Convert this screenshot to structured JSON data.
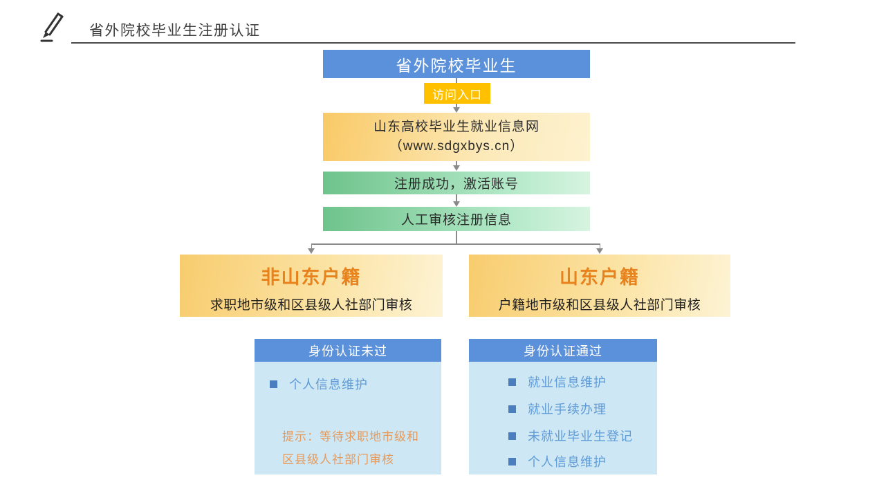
{
  "header": {
    "title": "省外院校毕业生注册认证"
  },
  "flow": {
    "start": "省外院校毕业生",
    "entry": "访问入口",
    "website": {
      "line1": "山东高校毕业生就业信息网",
      "line2": "（www.sdgxbys.cn）"
    },
    "register": "注册成功，激活账号",
    "review": "人工审核注册信息"
  },
  "branches": {
    "left": {
      "title": "非山东户籍",
      "subtitle": "求职地市级和区县级人社部门审核"
    },
    "right": {
      "title": "山东户籍",
      "subtitle": "户籍地市级和区县级人社部门审核"
    }
  },
  "panels": {
    "left": {
      "header": "身份认证未过",
      "items": [
        "个人信息维护"
      ],
      "hint_lines": [
        "提示：等待求职地市级和",
        "区县级人社部门审核"
      ]
    },
    "right": {
      "header": "身份认证通过",
      "items": [
        "就业信息维护",
        "就业手续办理",
        "未就业毕业生登记",
        "个人信息维护"
      ]
    }
  },
  "colors": {
    "accent_blue": "#5B90DA",
    "accent_gold": "#FFC000",
    "yellow_gradient_start": "#F9C966",
    "yellow_gradient_end": "#FDF2CF",
    "green_gradient_start": "#6EC38B",
    "green_gradient_end": "#D7F4E1",
    "branch_title_orange": "#E8821C",
    "panel_body_blue": "#CEE7F5",
    "panel_item_blue": "#5E9BD6",
    "hint_orange": "#E59A5C",
    "connector_gray": "#8A8A8A"
  }
}
